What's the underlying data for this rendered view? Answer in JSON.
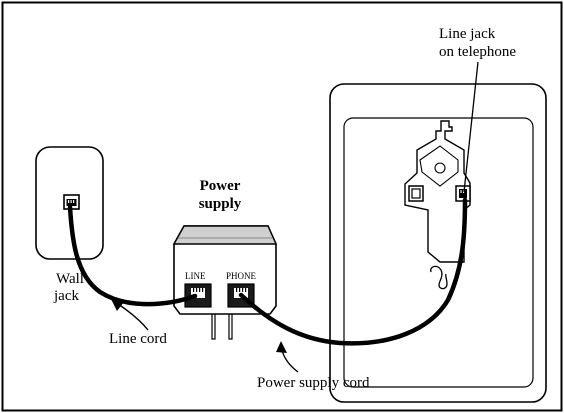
{
  "diagram": {
    "labels": {
      "line_jack_line1": "Line jack",
      "line_jack_line2": "on telephone",
      "power_supply_line1": "Power",
      "power_supply_line2": "supply",
      "wall_jack_line1": "Wall",
      "wall_jack_line2": "jack",
      "port_line": "LINE",
      "port_phone": "PHONE",
      "line_cord": "Line cord",
      "power_supply_cord": "Power supply cord"
    },
    "colors": {
      "ink": "#000000",
      "device_fill": "#ffffff",
      "adapter_top": "#cfcfcf",
      "port_fill": "#1a1a1a"
    }
  }
}
